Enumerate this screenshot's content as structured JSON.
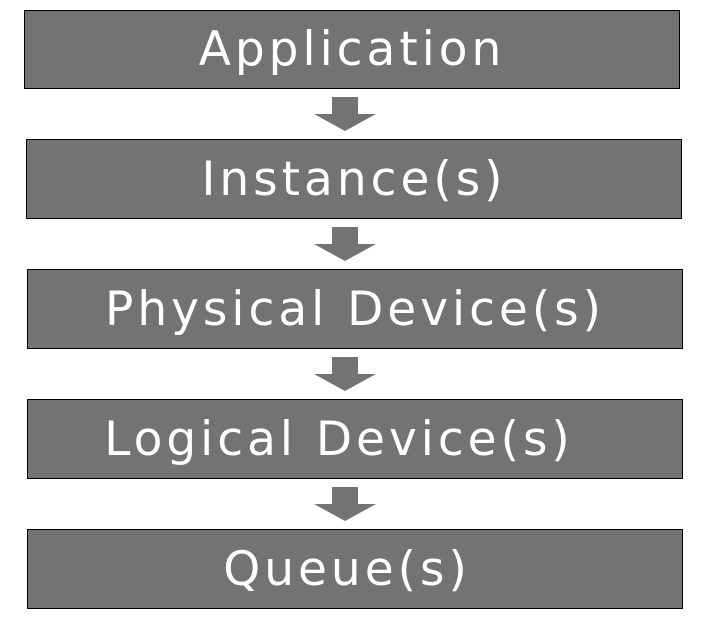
{
  "diagram": {
    "boxes": [
      {
        "label": "Application"
      },
      {
        "label": "Instance(s)"
      },
      {
        "label": "Physical Device(s)"
      },
      {
        "label": "Logical Device(s)"
      },
      {
        "label": "Queue(s)"
      }
    ],
    "colors": {
      "box_fill": "#737373",
      "box_border": "#000000",
      "text": "#ffffff",
      "arrow": "#737373",
      "background": "#ffffff"
    },
    "arrow_icon": "arrow-down-icon"
  }
}
